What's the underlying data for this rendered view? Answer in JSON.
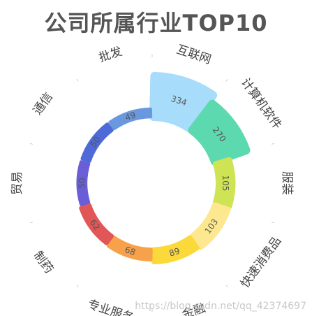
{
  "chart_data": {
    "type": "polar-bar",
    "title": "公司所属行业TOP10",
    "categories": [
      "互联网",
      "计算机软件",
      "服装",
      "快速消费品",
      "金融",
      "专业服务",
      "制药",
      "贸易",
      "通信",
      "批发"
    ],
    "values": [
      334,
      270,
      105,
      103,
      89,
      68,
      62,
      50,
      50,
      49
    ],
    "colors": [
      "#a7dcfb",
      "#5dd9b0",
      "#cfe454",
      "#fde88f",
      "#fcd93a",
      "#f7a24a",
      "#e15656",
      "#6a5ed8",
      "#4e6ad8",
      "#6a98df"
    ],
    "grid": false
  },
  "watermark": "https://blog.csdn.net/qq_42374697"
}
